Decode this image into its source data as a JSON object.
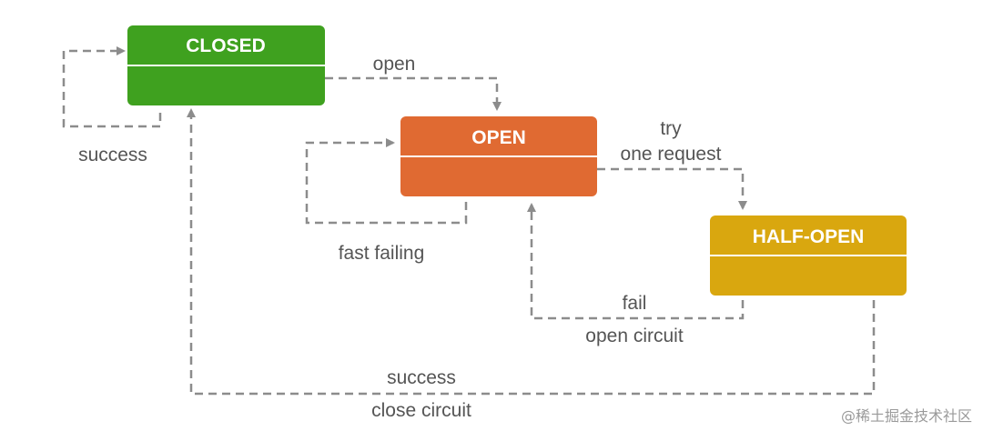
{
  "states": {
    "closed": {
      "title": "CLOSED",
      "color": "#3fa11f"
    },
    "open": {
      "title": "OPEN",
      "color": "#e06a32"
    },
    "half_open": {
      "title": "HALF-OPEN",
      "color": "#d9a70f"
    }
  },
  "transitions": {
    "closed_to_open": "open",
    "closed_self": "success",
    "open_self": "fast failing",
    "open_to_half_open_line1": "try",
    "open_to_half_open_line2": "one request",
    "half_open_to_open_line1": "fail",
    "half_open_to_open_line2": "open circuit",
    "half_open_to_closed_line1": "success",
    "half_open_to_closed_line2": "close circuit"
  },
  "watermark": "@稀土掘金技术社区",
  "colors": {
    "edge": "#8c8c8c",
    "label": "#555555",
    "divider": "#ffffff"
  }
}
